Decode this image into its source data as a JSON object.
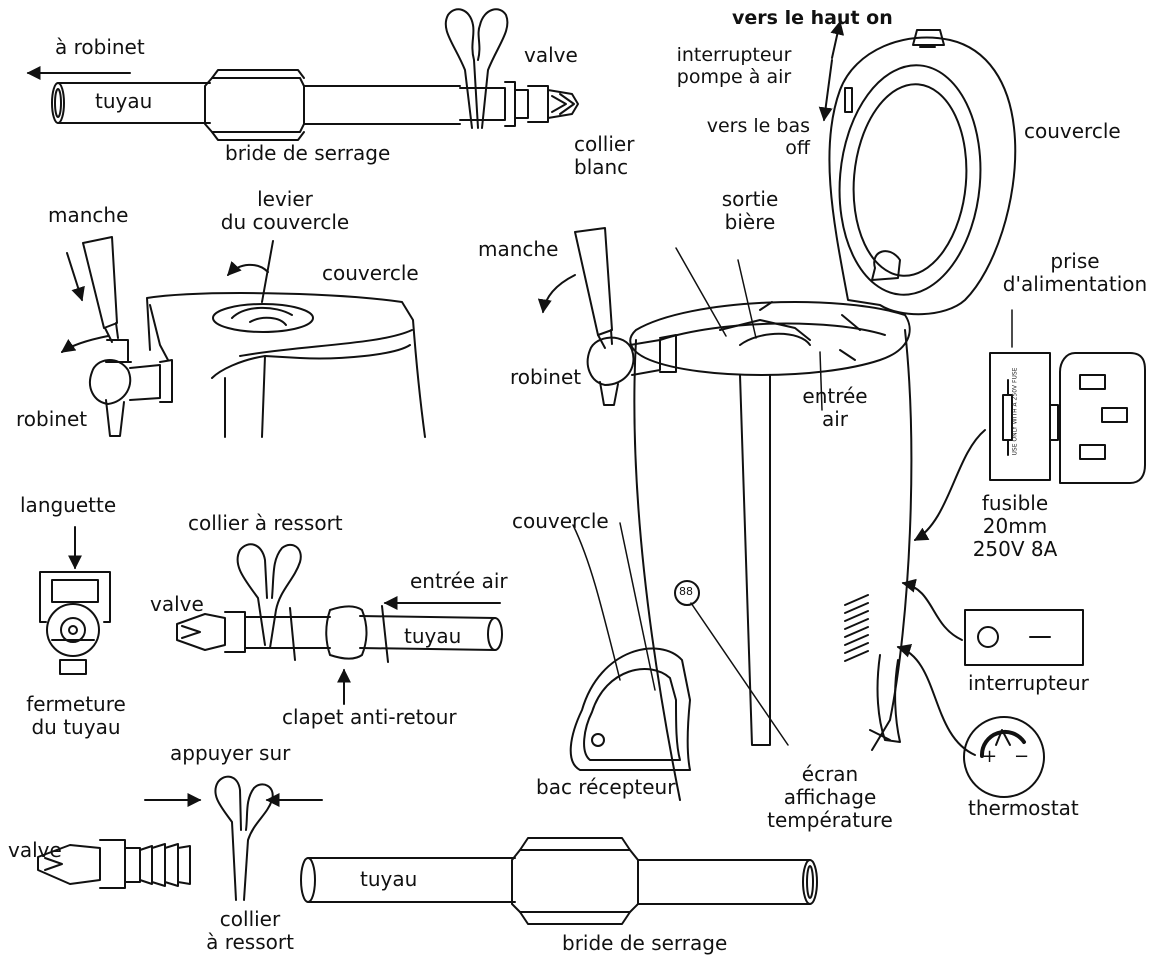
{
  "labels": {
    "a_robinet": "à robinet",
    "tuyau_top": "tuyau",
    "bride_top": "bride de serrage",
    "valve_top": "valve",
    "manche_left": "manche",
    "levier": "levier\ndu couvercle",
    "couvercle_left": "couvercle",
    "robinet_left": "robinet",
    "languette": "languette",
    "fermeture": "fermeture\ndu tuyau",
    "collier_ressort_mid": "collier à ressort",
    "valve_mid": "valve",
    "entree_air_mid": "entrée air",
    "tuyau_mid": "tuyau",
    "clapet": "clapet anti-retour",
    "appuyer": "appuyer sur",
    "valve_bottom": "valve",
    "collier_ressort_bottom": "collier\nà ressort",
    "tuyau_bottom": "tuyau",
    "bride_bottom": "bride de serrage",
    "vers_haut": "vers le haut on",
    "interrupteur_pompe": "interrupteur\npompe à air",
    "vers_bas": "vers le bas\noff",
    "couvercle_right": "couvercle",
    "collier_blanc": "collier\nblanc",
    "sortie_biere": "sortie\nbière",
    "manche_right": "manche",
    "robinet_right": "robinet",
    "entree_air_right": "entrée\nair",
    "prise": "prise\nd'alimentation",
    "fusible": "fusible\n20mm\n250V 8A",
    "couvercle_bac": "couvercle",
    "interrupteur": "interrupteur",
    "thermostat": "thermostat",
    "bac": "bac récepteur",
    "ecran": "écran\naffichage\ntempérature",
    "fuse_text": "USE ONLY WITH A 250V FUSE",
    "display_digits": "88",
    "thermo_plus": "+",
    "thermo_minus": "−"
  }
}
